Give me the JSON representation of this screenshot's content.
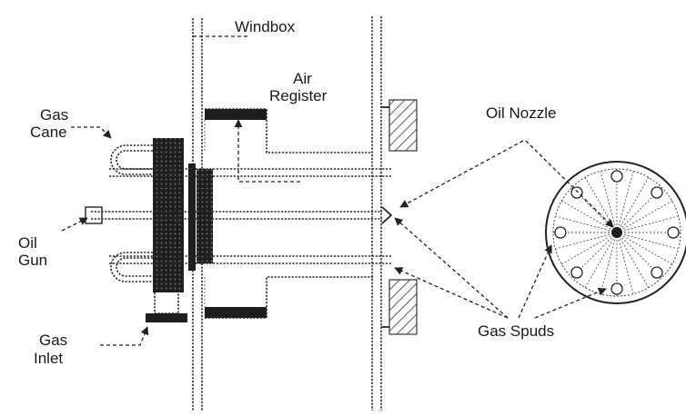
{
  "labels": {
    "windbox": "Windbox",
    "air_register": [
      "Air",
      "Register"
    ],
    "gas_cane": [
      "Gas",
      "Cane"
    ],
    "oil_gun": [
      "Oil",
      "Gun"
    ],
    "gas_inlet": [
      "Gas",
      "Inlet"
    ],
    "oil_nozzle": "Oil Nozzle",
    "gas_spuds": "Gas Spuds"
  },
  "colors": {
    "line": "#222222",
    "background": "#ffffff"
  }
}
